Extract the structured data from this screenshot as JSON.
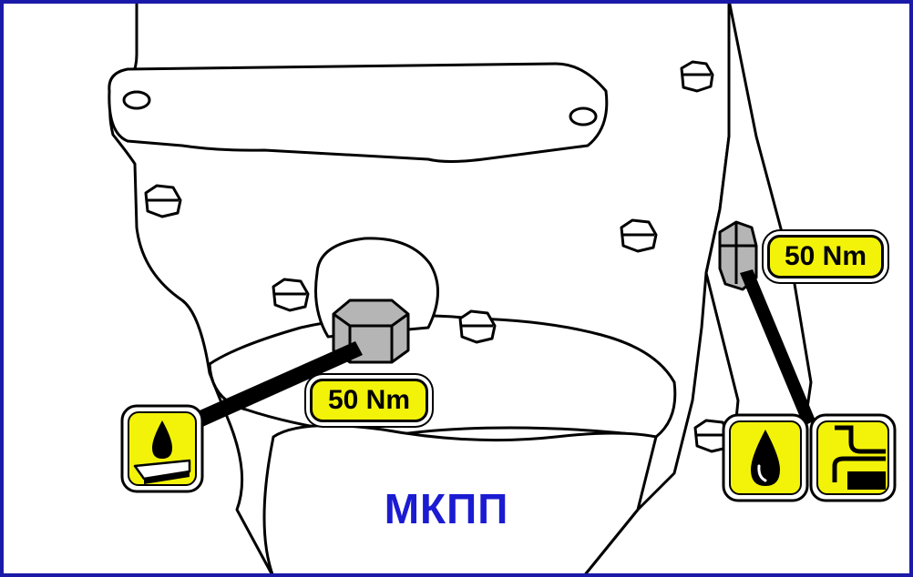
{
  "labels": {
    "drain_torque": "50 Nm",
    "fill_torque": "50 Nm",
    "caption": "МКПП"
  },
  "icons": {
    "drain": "oil-drain-plug-icon",
    "fill_oil": "oil-drop-icon",
    "fill_level": "oil-level-icon"
  },
  "colors": {
    "frame": "#1a1aa8",
    "label_bg": "#f3f30a",
    "caption": "#1b1bd2"
  }
}
